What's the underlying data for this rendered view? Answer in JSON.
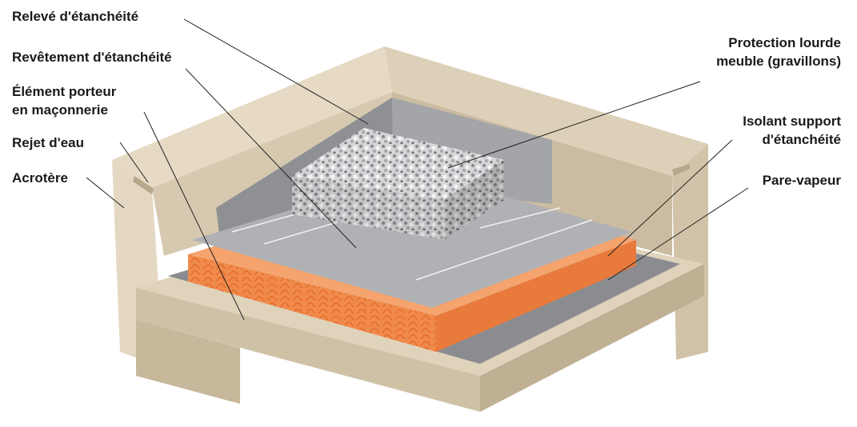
{
  "labels": {
    "releve": "Relevé d'étanchéité",
    "revetement": "Revêtement d'étanchéité",
    "element_l1": "Élément porteur",
    "element_l2": "en maçonnerie",
    "rejet": "Rejet d'eau",
    "acrotere": "Acrotère",
    "protection_l1": "Protection lourde",
    "protection_l2": "meuble (gravillons)",
    "isolant_l1": "Isolant support",
    "isolant_l2": "d'étanchéité",
    "pare_vapeur": "Pare-vapeur"
  },
  "colors": {
    "concrete": "#e2d6c0",
    "concrete_shadow": "#c8b99e",
    "membrane": "#a9aaac",
    "membrane_dark": "#77797d",
    "insulation": "#f08a4b",
    "gravel": "#d9d9db"
  }
}
